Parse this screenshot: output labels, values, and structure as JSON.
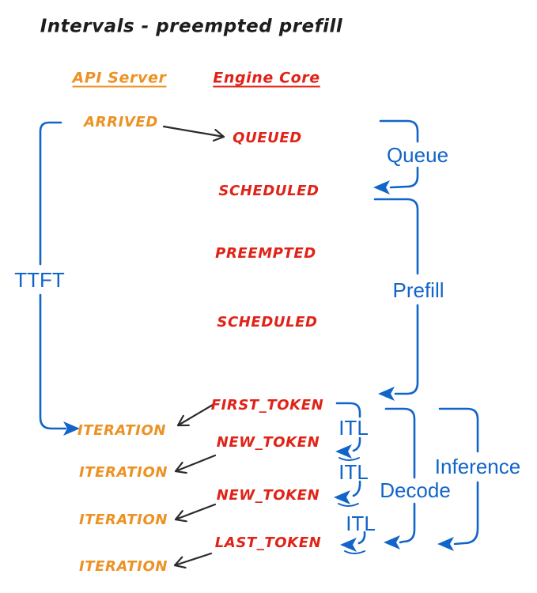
{
  "title": "Intervals - preempted prefill",
  "columns": {
    "api_server": "API Server",
    "engine_core": "Engine Core"
  },
  "events": {
    "arrived": "ARRIVED",
    "queued": "QUEUED",
    "scheduled_1": "SCHEDULED",
    "preempted": "PREEMPTED",
    "scheduled_2": "SCHEDULED",
    "first_token": "FIRST_TOKEN",
    "new_token_1": "NEW_TOKEN",
    "new_token_2": "NEW_TOKEN",
    "last_token": "LAST_TOKEN",
    "iteration_1": "ITERATION",
    "iteration_2": "ITERATION",
    "iteration_3": "ITERATION",
    "iteration_4": "ITERATION"
  },
  "intervals": {
    "ttft": "TTFT",
    "queue": "Queue",
    "prefill": "Prefill",
    "itl_1": "ITL",
    "itl_2": "ITL",
    "itl_3": "ITL",
    "decode": "Decode",
    "inference": "Inference"
  },
  "colors": {
    "api_server": "#EC9224",
    "engine_core": "#E02318",
    "interval": "#1164C8",
    "connector": "#2b2b2b",
    "title": "#1d1d1d",
    "background": "#ffffff"
  }
}
